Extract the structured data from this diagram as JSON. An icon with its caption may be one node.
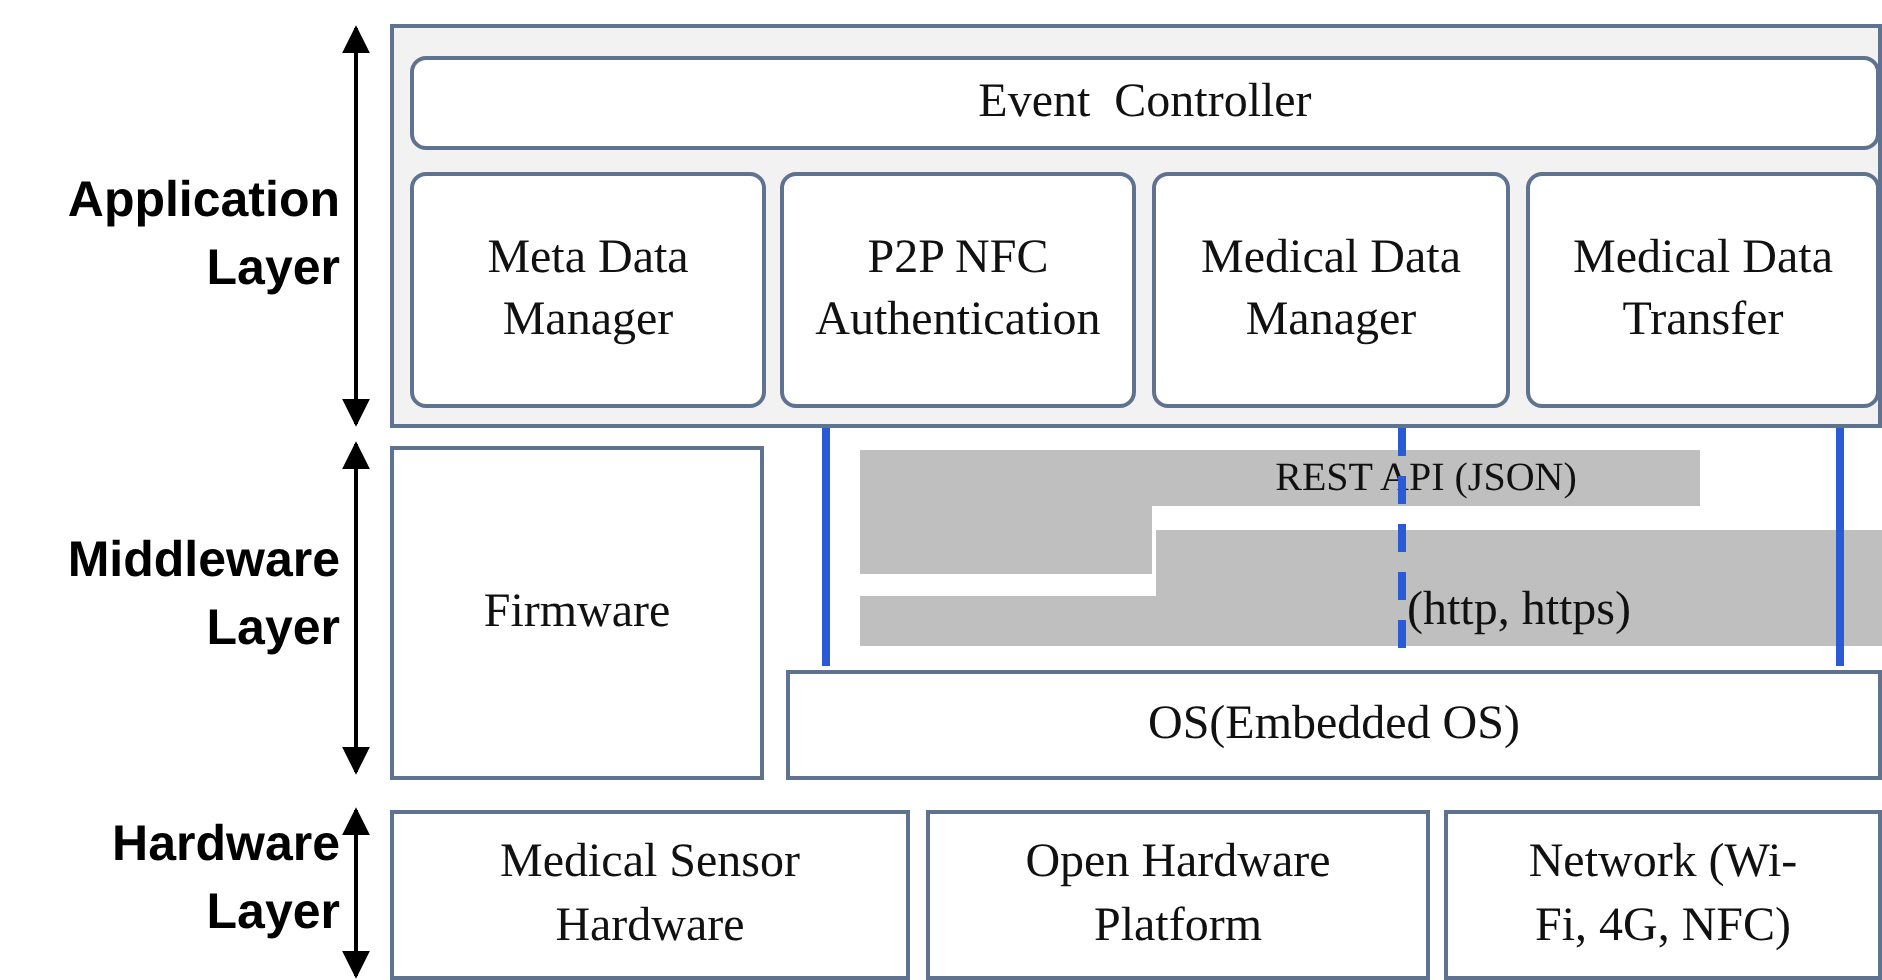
{
  "diagram": {
    "nodes": [
      {
        "text": [],
        "shape": "box"
      },
      {
        "text": [
          "Event  Controller"
        ],
        "in": 0
      },
      {
        "text": [
          "Meta Data Manager"
        ],
        "in": 0
      },
      {
        "text": [
          "P2P NFC Authentication"
        ],
        "in": 0
      },
      {
        "text": [
          "Medical Data Manager"
        ],
        "in": 0
      },
      {
        "text": [
          "Medical Data Transfer"
        ],
        "in": 0
      },
      {
        "text": [
          "Firmware"
        ]
      },
      {
        "text": [],
        "shape": "bar"
      },
      {
        "text": [
          "REST API (JSON)"
        ]
      },
      {
        "text": [
          "(http, https)"
        ]
      },
      {
        "text": [],
        "shape": "bar"
      },
      {
        "text": [
          "OS(Embedded OS)"
        ]
      },
      {
        "text": [
          "Medical Sensor Hardware"
        ]
      },
      {
        "text": [
          "Open Hardware Platform"
        ]
      },
      {
        "text": [
          "Network (Wi-Fi, 4G, NFC)"
        ]
      }
    ],
    "labels": [
      "Application Layer",
      "Middleware Layer",
      "Hardware Layer"
    ]
  }
}
